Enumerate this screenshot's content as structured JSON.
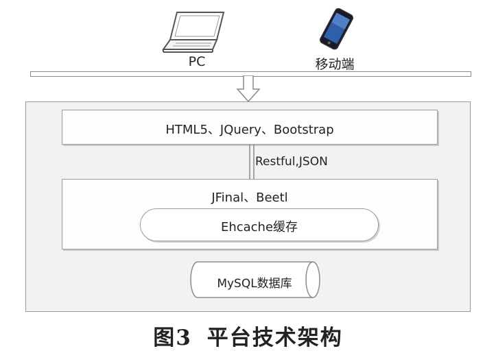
{
  "clients": {
    "pc_label": "PC",
    "mobile_label": "移动端"
  },
  "layers": {
    "frontend_label": "HTML5、JQuery、Bootstrap",
    "connector_label": "Restful,JSON",
    "backend_label": "JFinal、Beetl",
    "cache_label": "Ehcache缓存",
    "database_label": "MySQL数据库"
  },
  "caption": {
    "figure_number": "图3",
    "title": "平台技术架构"
  },
  "icons": {
    "pc": "laptop-icon",
    "mobile": "smartphone-icon",
    "arrow": "down-arrow-icon",
    "database": "cylinder-icon"
  }
}
